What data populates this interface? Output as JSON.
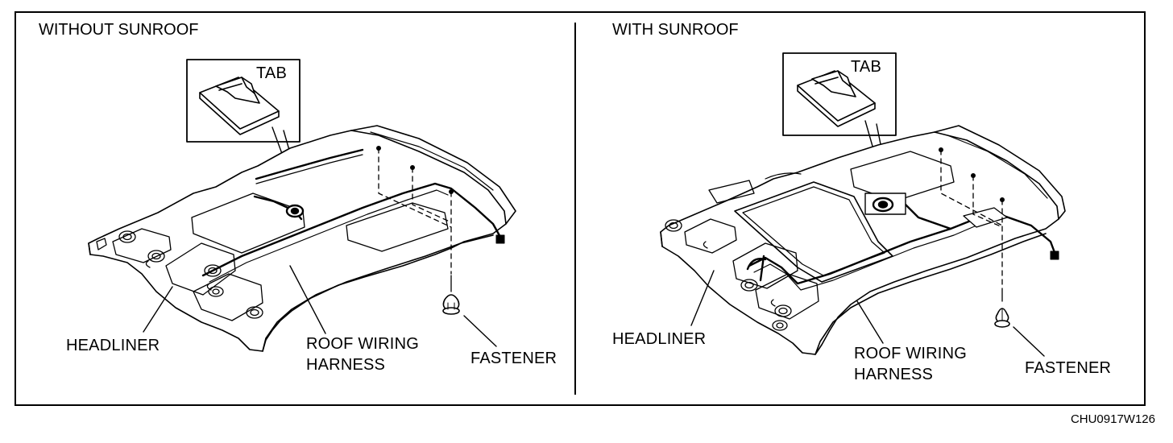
{
  "panels": [
    {
      "title": "WITHOUT SUNROOF",
      "labels": {
        "tab": "TAB",
        "headliner": "HEADLINER",
        "harness_line1": "ROOF WIRING",
        "harness_line2": "HARNESS",
        "fastener": "FASTENER"
      }
    },
    {
      "title": "WITH SUNROOF",
      "labels": {
        "tab": "TAB",
        "headliner": "HEADLINER",
        "harness_line1": "ROOF WIRING",
        "harness_line2": "HARNESS",
        "fastener": "FASTENER"
      }
    }
  ],
  "figure_code": "CHU0917W126"
}
